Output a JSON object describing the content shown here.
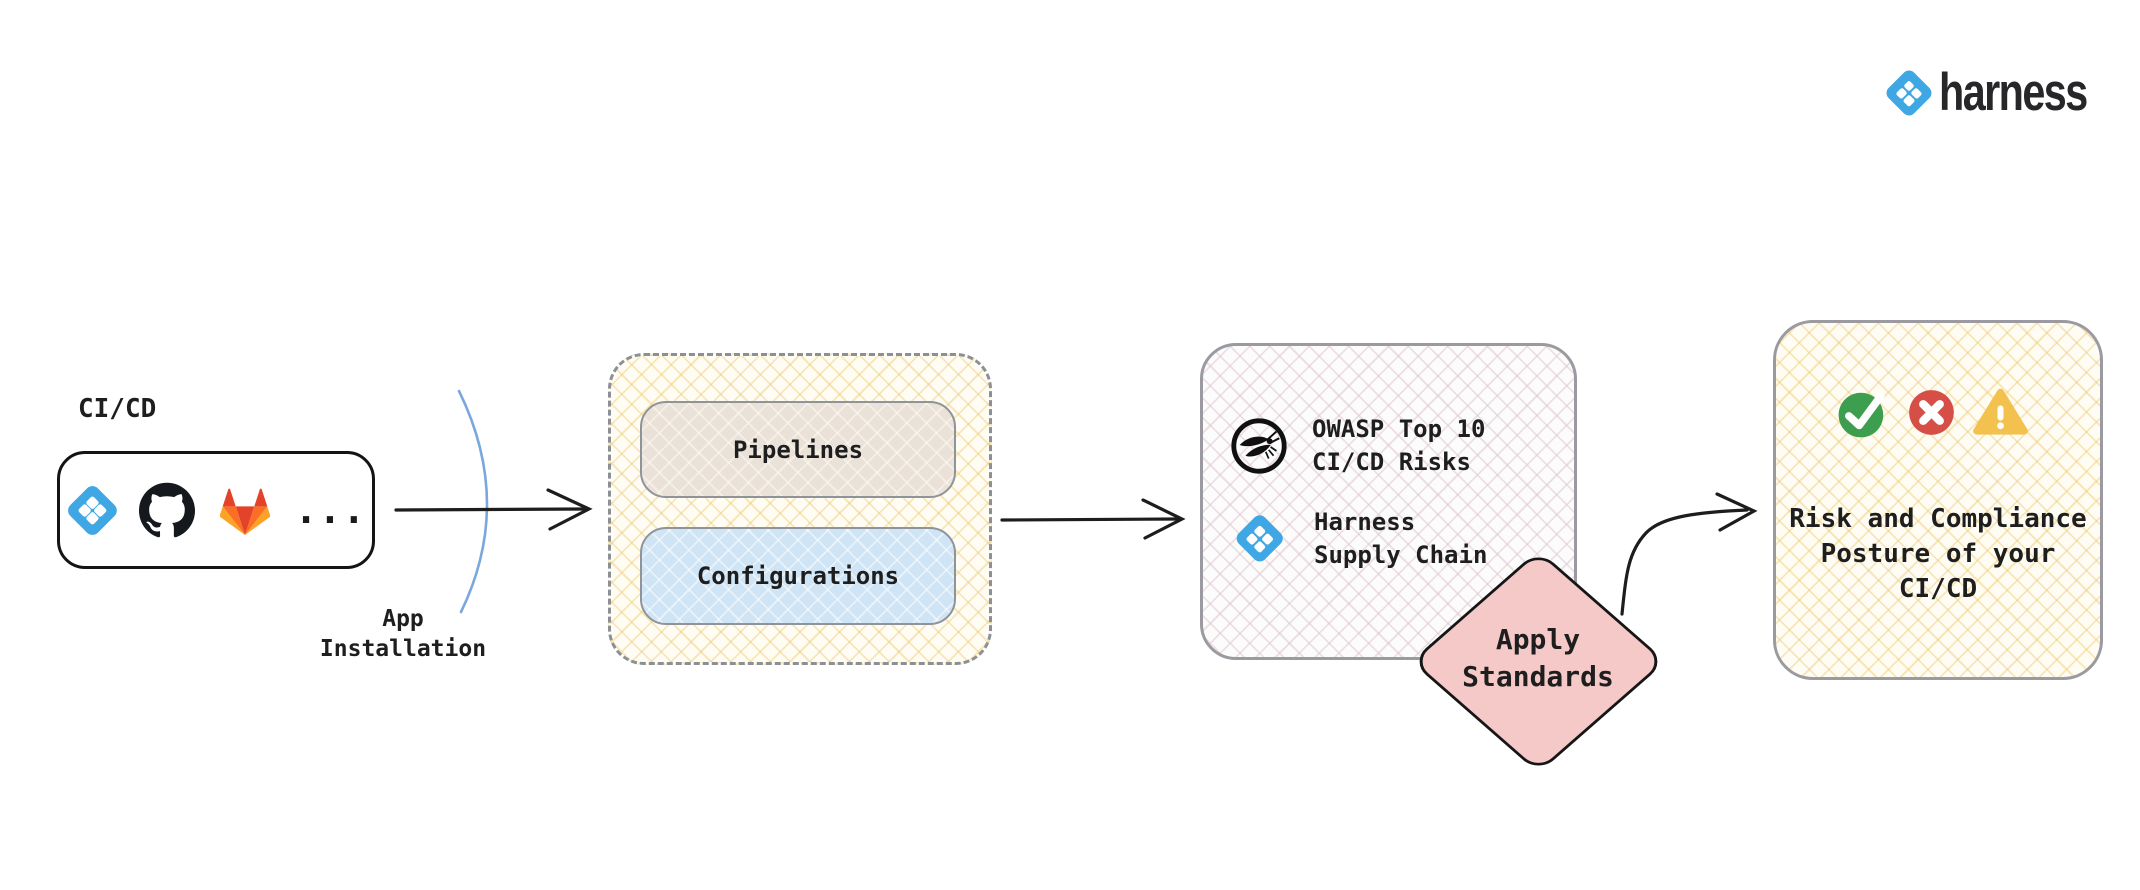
{
  "brand": {
    "name": "harness"
  },
  "colors": {
    "harness_blue": "#3fa7e3",
    "diamond_pink": "#f4c9c7",
    "check_green": "#3d9e4f",
    "cross_red": "#d64f46",
    "warning_amber": "#f2c14e"
  },
  "cicd_source": {
    "title": "CI/CD",
    "tools": [
      "harness-icon",
      "github-icon",
      "gitlab-icon"
    ],
    "more": "..."
  },
  "app_installation": {
    "line1": "App",
    "line2": "Installation"
  },
  "harness_app_group": {
    "pipelines": "Pipelines",
    "configurations": "Configurations"
  },
  "standards": {
    "owasp": {
      "icon": "owasp-icon",
      "line1": "OWASP Top 10",
      "line2": "CI/CD Risks"
    },
    "harness": {
      "icon": "harness-icon",
      "line1": "Harness",
      "line2": "Supply Chain"
    }
  },
  "apply_standards": {
    "line1": "Apply",
    "line2": "Standards"
  },
  "result": {
    "status_icons": [
      "check-icon",
      "cross-icon",
      "warning-icon"
    ],
    "line1": "Risk and Compliance",
    "line2": "Posture of your",
    "line3": "CI/CD"
  }
}
